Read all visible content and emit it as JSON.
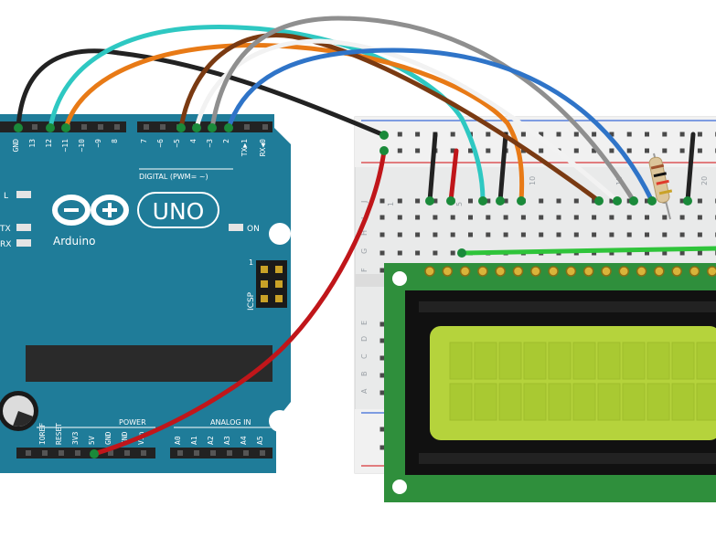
{
  "arduino": {
    "digital_pins": [
      "GND",
      "13",
      "12",
      "~11",
      "~10",
      "~9",
      "8",
      "7",
      "~6",
      "~5",
      "4",
      "~3",
      "2",
      "TX▶1",
      "RX◀0"
    ],
    "digital_header_label": "DIGITAL (PWM= ~)",
    "logo_text": "Arduino",
    "model_text": "UNO",
    "led_labels": [
      "L",
      "TX",
      "RX"
    ],
    "on_label": "ON",
    "icsp_label": "ICSP",
    "icsp_pin1": "1",
    "power_header_label": "POWER",
    "power_pins": [
      "IOREF",
      "RESET",
      "3V3",
      "5V",
      "GND",
      "GND",
      "Vin"
    ],
    "analog_header_label": "ANALOG IN",
    "analog_pins": [
      "A0",
      "A1",
      "A2",
      "A3",
      "A4",
      "A5"
    ]
  },
  "breadboard": {
    "column_labels": [
      "1",
      "5",
      "10",
      "15",
      "20"
    ],
    "row_labels_top": [
      "J",
      "I",
      "H",
      "G",
      "F"
    ],
    "row_labels_bottom": [
      "E",
      "D",
      "C",
      "B",
      "A"
    ]
  },
  "colors": {
    "arduino_board": "#1f7c99",
    "lcd_pcb": "#2f8f3c",
    "lcd_screen": "#b5d33c",
    "wire_black": "#222222",
    "wire_red": "#c0161a",
    "wire_cyan": "#2ec8c2",
    "wire_orange": "#e87a16",
    "wire_brown": "#7a3a12",
    "wire_white": "#f2f2f2",
    "wire_gray": "#8f8f8f",
    "wire_blue": "#2f74c8",
    "wire_green": "#2fc43a"
  },
  "icons": {
    "logo": "infinity-plus-minus-logo",
    "capacitor": "electrolytic-capacitor",
    "resistor": "resistor"
  }
}
